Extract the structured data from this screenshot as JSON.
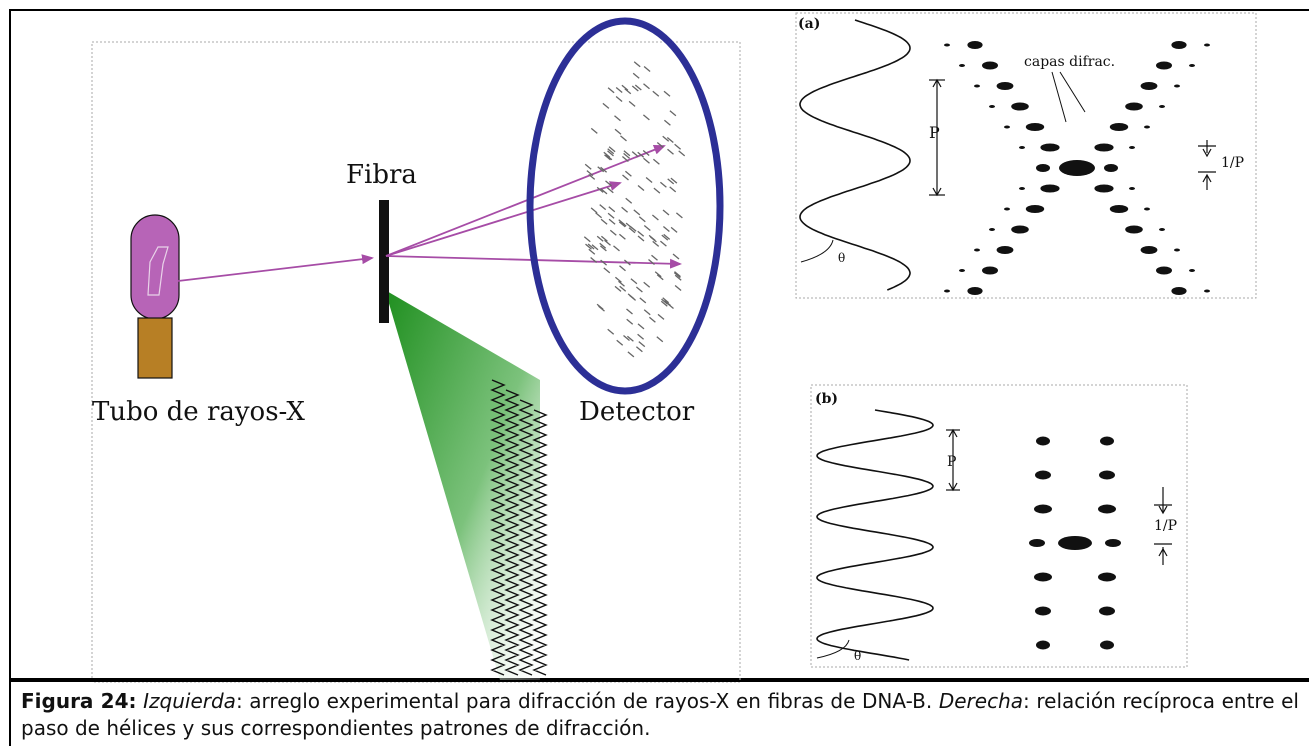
{
  "left_panel": {
    "fiber_label": "Fibra",
    "tube_label": "Tubo de rayos-X",
    "detector_label": "Detector"
  },
  "panel_a": {
    "tag": "(a)",
    "pitch_label": "P",
    "theta_label": "θ",
    "layers_label": "capas difrac.",
    "recip_label": "1/P"
  },
  "panel_b": {
    "tag": "(b)",
    "pitch_label": "P",
    "theta_label": "θ",
    "recip_label": "1/P"
  },
  "caption": {
    "figure_label": "Figura 24:",
    "left_word": "Izquierda",
    "text1": ": arreglo experimental para difracción de rayos-X en fibras de DNA-B. ",
    "right_word": "Derecha",
    "text2": ": relación recíproca entre el paso de hélices y sus correspondientes patrones de difracción."
  },
  "colors": {
    "arrow": "#a64ca6",
    "tube_body": "#b764b7",
    "tube_base": "#b77f25",
    "detector_ring": "#2c2f96",
    "cone_green": "#2a9b2a"
  }
}
